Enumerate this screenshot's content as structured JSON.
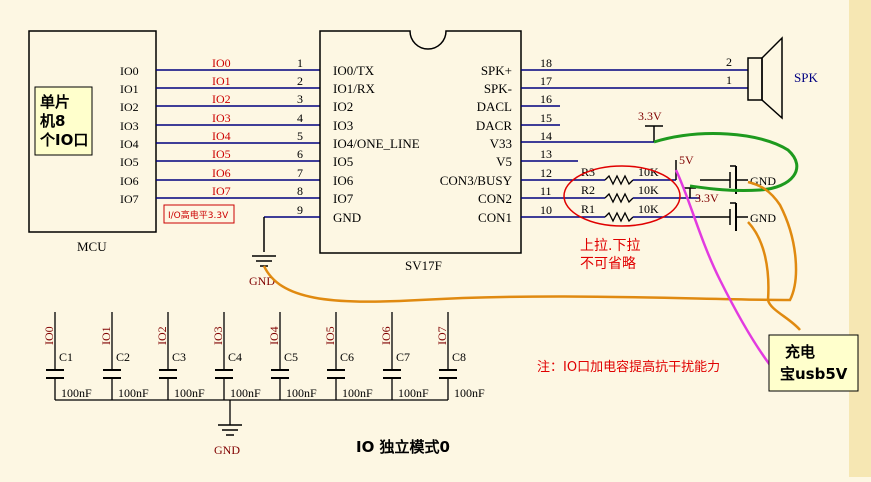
{
  "colors": {
    "background": "#fdf7e3",
    "right_strip": "#f6e7b3",
    "wire": "#000080",
    "label": "#800000",
    "io_pin": "#cc0000",
    "note": "#e00000",
    "green_line": "#1e9a1e",
    "orange_line": "#e08a10",
    "magenta_line": "#e23be0",
    "note_box": "#ffffcc"
  },
  "mcu": {
    "name": "MCU",
    "pins": [
      "IO0",
      "IO1",
      "IO2",
      "IO3",
      "IO4",
      "IO5",
      "IO6",
      "IO7"
    ],
    "note_lines": [
      "单片",
      "机8",
      "个IO口"
    ]
  },
  "nets": [
    "IO0",
    "IO1",
    "IO2",
    "IO3",
    "IO4",
    "IO5",
    "IO6",
    "IO7"
  ],
  "io_level_note": "I/O高电平3.3V",
  "chip": {
    "name": "SV17F",
    "left_pins": [
      {
        "num": "1",
        "name": "IO0/TX"
      },
      {
        "num": "2",
        "name": "IO1/RX"
      },
      {
        "num": "3",
        "name": "IO2"
      },
      {
        "num": "4",
        "name": "IO3"
      },
      {
        "num": "5",
        "name": "IO4/ONE_LINE"
      },
      {
        "num": "6",
        "name": "IO5"
      },
      {
        "num": "7",
        "name": "IO6"
      },
      {
        "num": "8",
        "name": "IO7"
      },
      {
        "num": "9",
        "name": "GND"
      }
    ],
    "right_pins": [
      {
        "num": "18",
        "name": "SPK+"
      },
      {
        "num": "17",
        "name": "SPK-"
      },
      {
        "num": "16",
        "name": "DACL"
      },
      {
        "num": "15",
        "name": "DACR"
      },
      {
        "num": "14",
        "name": "V33"
      },
      {
        "num": "13",
        "name": "V5"
      },
      {
        "num": "12",
        "name": "CON3/BUSY"
      },
      {
        "num": "11",
        "name": "CON2"
      },
      {
        "num": "10",
        "name": "CON1"
      }
    ]
  },
  "speaker": {
    "label": "SPK",
    "pin2": "2",
    "pin1": "1"
  },
  "power": {
    "v33_a": "3.3V",
    "v5": "5V",
    "v33_b": "3.3V",
    "gnd": "GND"
  },
  "resistors": [
    {
      "ref": "R3",
      "value": "10K"
    },
    {
      "ref": "R2",
      "value": "10K"
    },
    {
      "ref": "R1",
      "value": "10K"
    }
  ],
  "pull_note": [
    "上拉.下拉",
    "不可省略"
  ],
  "switch_gnd_labels": [
    "GND",
    "GND"
  ],
  "gnd_label": "GND",
  "capacitors": [
    {
      "net": "IO0",
      "ref": "C1",
      "value": "100nF"
    },
    {
      "net": "IO1",
      "ref": "C2",
      "value": "100nF"
    },
    {
      "net": "IO2",
      "ref": "C3",
      "value": "100nF"
    },
    {
      "net": "IO3",
      "ref": "C4",
      "value": "100nF"
    },
    {
      "net": "IO4",
      "ref": "C5",
      "value": "100nF"
    },
    {
      "net": "IO5",
      "ref": "C6",
      "value": "100nF"
    },
    {
      "net": "IO6",
      "ref": "C7",
      "value": "100nF"
    },
    {
      "net": "IO7",
      "ref": "C8",
      "value": "100nF"
    }
  ],
  "cap_note": "注：IO口加电容提高抗干扰能力",
  "power_bank": [
    "充电",
    "宝usb5V"
  ],
  "mode_title": "IO 独立模式0"
}
